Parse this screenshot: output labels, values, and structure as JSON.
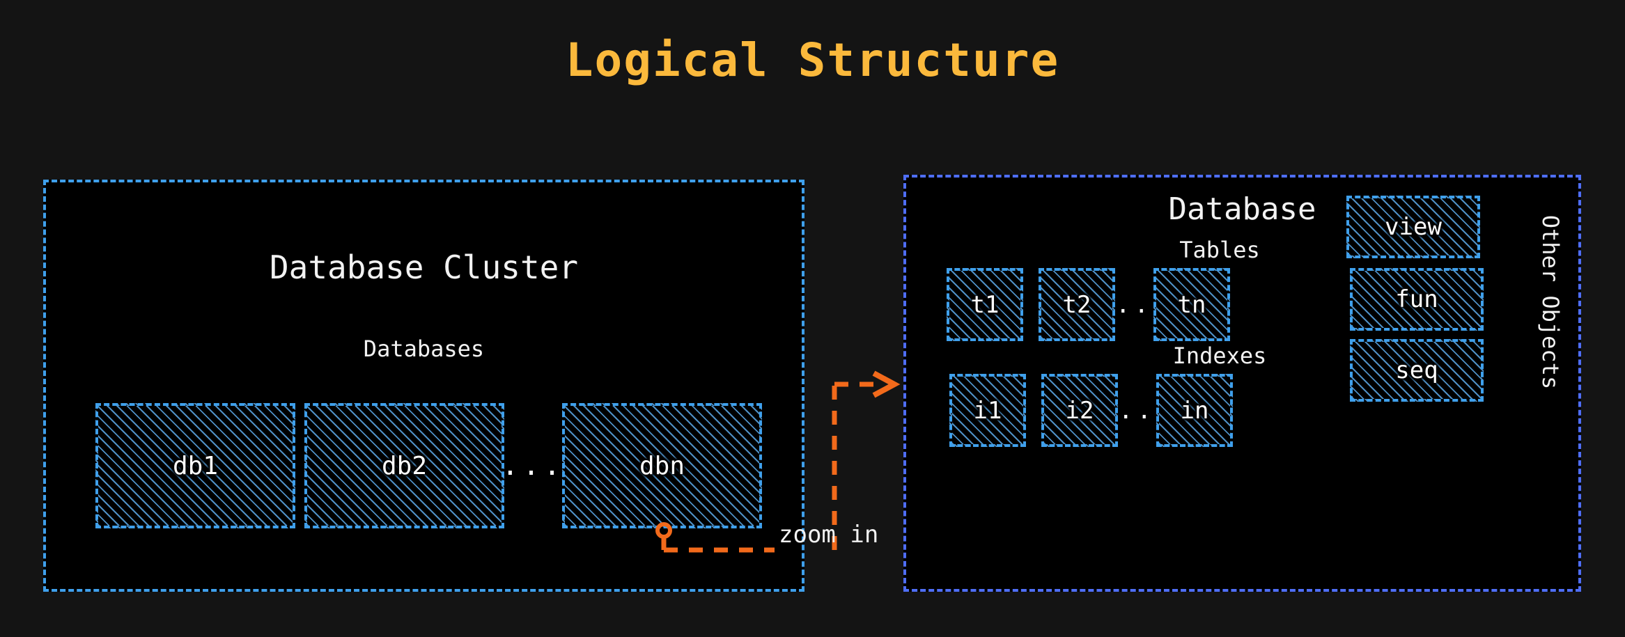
{
  "title": "Logical Structure",
  "colors": {
    "page_background": "#141414",
    "panel_background": "#000000",
    "title_accent": "#fbb93c",
    "cluster_border": "#3fa0ec",
    "database_border": "#4f6ef7",
    "object_border": "#3fa0ec",
    "hatch": "#569cd6",
    "connector": "#f26a1b",
    "text": "#f2f2f2"
  },
  "cluster_panel": {
    "heading": "Database Cluster",
    "group_label": "Databases",
    "databases": [
      {
        "label": "db1"
      },
      {
        "label": "db2"
      },
      {
        "label": "dbn"
      }
    ],
    "ellipsis": "..."
  },
  "database_panel": {
    "heading": "Database",
    "tables": {
      "label": "Tables",
      "items": [
        {
          "label": "t1"
        },
        {
          "label": "t2"
        },
        {
          "label": "tn"
        }
      ],
      "ellipsis": ".."
    },
    "indexes": {
      "label": "Indexes",
      "items": [
        {
          "label": "i1"
        },
        {
          "label": "i2"
        },
        {
          "label": "in"
        }
      ],
      "ellipsis": ".."
    },
    "other_objects": {
      "label": "Other Objects",
      "items": [
        {
          "label": "view"
        },
        {
          "label": "fun"
        },
        {
          "label": "seq"
        }
      ]
    }
  },
  "connector": {
    "label": "zoom in"
  }
}
